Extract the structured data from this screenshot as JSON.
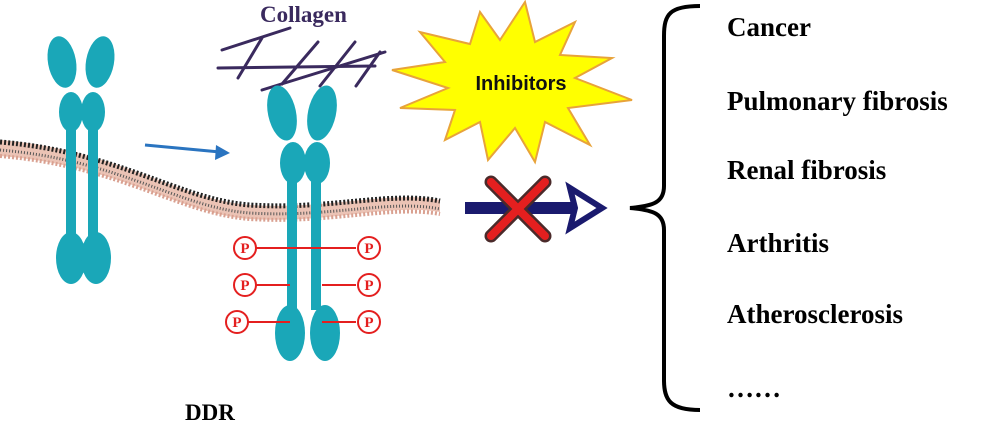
{
  "labels": {
    "collagen": "Collagen",
    "inhibitors": "Inhibitors",
    "ddr": "DDR",
    "phospho": "P"
  },
  "diseases": [
    "Cancer",
    "Pulmonary fibrosis",
    "Renal fibrosis",
    "Arthritis",
    "Atherosclerosis",
    "……"
  ],
  "colors": {
    "receptor": "#1aa7b8",
    "collagen": "#3a2a5e",
    "phospho": "#e41f1f",
    "arrow_blue": "#2a74c0",
    "arrow_navy": "#1a1a6e",
    "inhibitor_fill": "#ffff00",
    "inhibitor_stroke": "#e8a33a",
    "membrane_dark": "#222222",
    "membrane_light": "#e8b8a8"
  }
}
